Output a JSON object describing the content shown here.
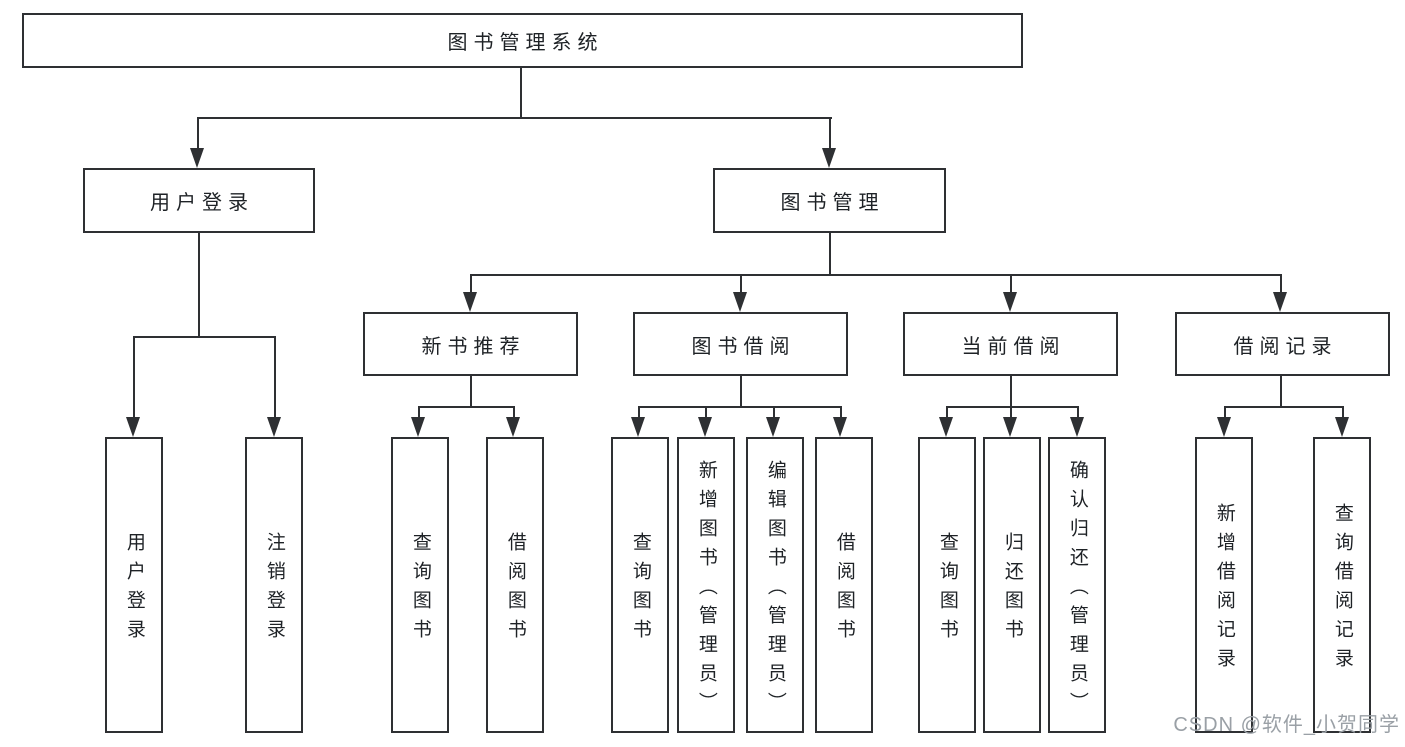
{
  "tree": {
    "root": "图书管理系统",
    "children": [
      {
        "label": "用户登录",
        "children": [
          "用户登录",
          "注销登录"
        ]
      },
      {
        "label": "图书管理",
        "children": [
          {
            "label": "新书推荐",
            "children": [
              "查询图书",
              "借阅图书"
            ]
          },
          {
            "label": "图书借阅",
            "children": [
              "查询图书",
              "新增图书（管理员）",
              "编辑图书（管理员）",
              "借阅图书"
            ]
          },
          {
            "label": "当前借阅",
            "children": [
              "查询图书",
              "归还图书",
              "确认归还（管理员）"
            ]
          },
          {
            "label": "借阅记录",
            "children": [
              "新增借阅记录",
              "查询借阅记录"
            ]
          }
        ]
      }
    ]
  },
  "watermark": {
    "text": "CSDN @软件_小贺同学"
  },
  "colors": {
    "line": "#2e3033",
    "text": "#1e2226",
    "watermark": "#9aa0a6",
    "background": "#ffffff"
  }
}
